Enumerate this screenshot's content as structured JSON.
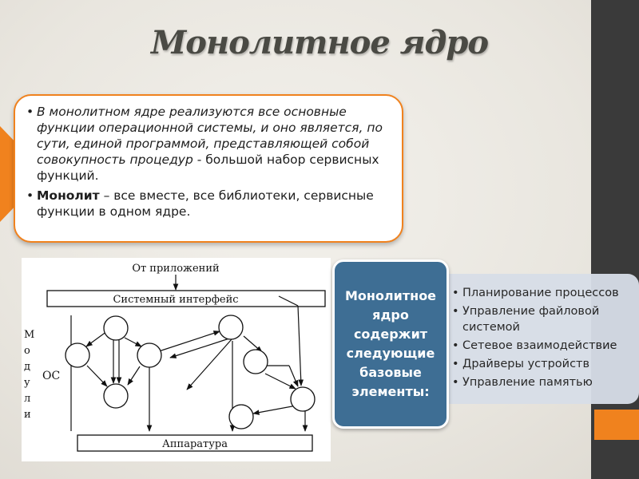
{
  "title": "Монолитное ядро",
  "textbox": {
    "bullet": "•",
    "p1": "В монолитном ядре реализуются все основные функции операционной системы, и оно является, по сути, единой программой, представляющей собой совокупность процедур",
    "p1_tail": " - большой набор сервисных функций.",
    "p2_bold": "Монолит",
    "p2_rest": " – все вместе, все библиотеки, сервисные функции в одном ядре."
  },
  "diagram": {
    "from_apps": "От приложений",
    "sys_interface": "Системный интерфейс",
    "hardware": "Аппаратура",
    "os_label": "ОС",
    "modules_letters": [
      "М",
      "о",
      "д",
      "у",
      "л",
      "и"
    ]
  },
  "badge": {
    "lines": [
      "Монолитное",
      "ядро",
      "содержит",
      "следующие",
      "базовые",
      "элементы:"
    ]
  },
  "panel": {
    "bullet": "•",
    "items": [
      "Планирование процессов",
      "Управление файловой системой",
      "Сетевое взаимодействие",
      "Драйверы устройств",
      "Управление памятью"
    ]
  },
  "colors": {
    "orange": "#f0821e",
    "badge_blue": "#3e6e94",
    "panel_bg": "#d8dee8",
    "strip": "#3a3a3a"
  }
}
